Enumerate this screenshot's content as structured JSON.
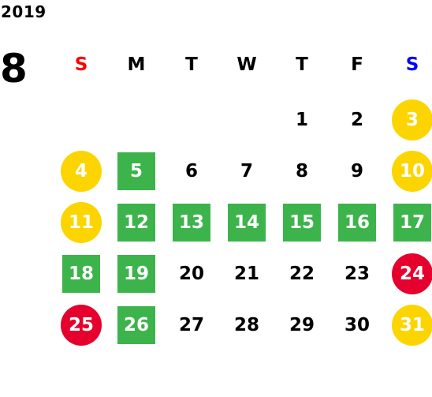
{
  "year": "2019",
  "month": "8",
  "weekdays": [
    {
      "label": "S",
      "kind": "sun"
    },
    {
      "label": "M",
      "kind": ""
    },
    {
      "label": "T",
      "kind": ""
    },
    {
      "label": "W",
      "kind": ""
    },
    {
      "label": "T",
      "kind": ""
    },
    {
      "label": "F",
      "kind": ""
    },
    {
      "label": "S",
      "kind": "sat"
    }
  ],
  "colors": {
    "sunday_header": "#ff0000",
    "saturday_header": "#0000ff",
    "green_highlight": "#3cb44b",
    "yellow_circle": "#fcd500",
    "red_circle": "#e5002d"
  },
  "weeks": [
    [
      null,
      null,
      null,
      null,
      {
        "day": "1",
        "style": ""
      },
      {
        "day": "2",
        "style": ""
      },
      {
        "day": "3",
        "style": "yellow"
      }
    ],
    [
      {
        "day": "4",
        "style": "yellow"
      },
      {
        "day": "5",
        "style": "green"
      },
      {
        "day": "6",
        "style": ""
      },
      {
        "day": "7",
        "style": ""
      },
      {
        "day": "8",
        "style": ""
      },
      {
        "day": "9",
        "style": ""
      },
      {
        "day": "10",
        "style": "yellow"
      }
    ],
    [
      {
        "day": "11",
        "style": "yellow"
      },
      {
        "day": "12",
        "style": "green"
      },
      {
        "day": "13",
        "style": "green"
      },
      {
        "day": "14",
        "style": "green"
      },
      {
        "day": "15",
        "style": "green"
      },
      {
        "day": "16",
        "style": "green"
      },
      {
        "day": "17",
        "style": "green"
      }
    ],
    [
      {
        "day": "18",
        "style": "green"
      },
      {
        "day": "19",
        "style": "green"
      },
      {
        "day": "20",
        "style": ""
      },
      {
        "day": "21",
        "style": ""
      },
      {
        "day": "22",
        "style": ""
      },
      {
        "day": "23",
        "style": ""
      },
      {
        "day": "24",
        "style": "red"
      }
    ],
    [
      {
        "day": "25",
        "style": "red"
      },
      {
        "day": "26",
        "style": "green"
      },
      {
        "day": "27",
        "style": ""
      },
      {
        "day": "28",
        "style": ""
      },
      {
        "day": "29",
        "style": ""
      },
      {
        "day": "30",
        "style": ""
      },
      {
        "day": "31",
        "style": "yellow"
      }
    ]
  ]
}
